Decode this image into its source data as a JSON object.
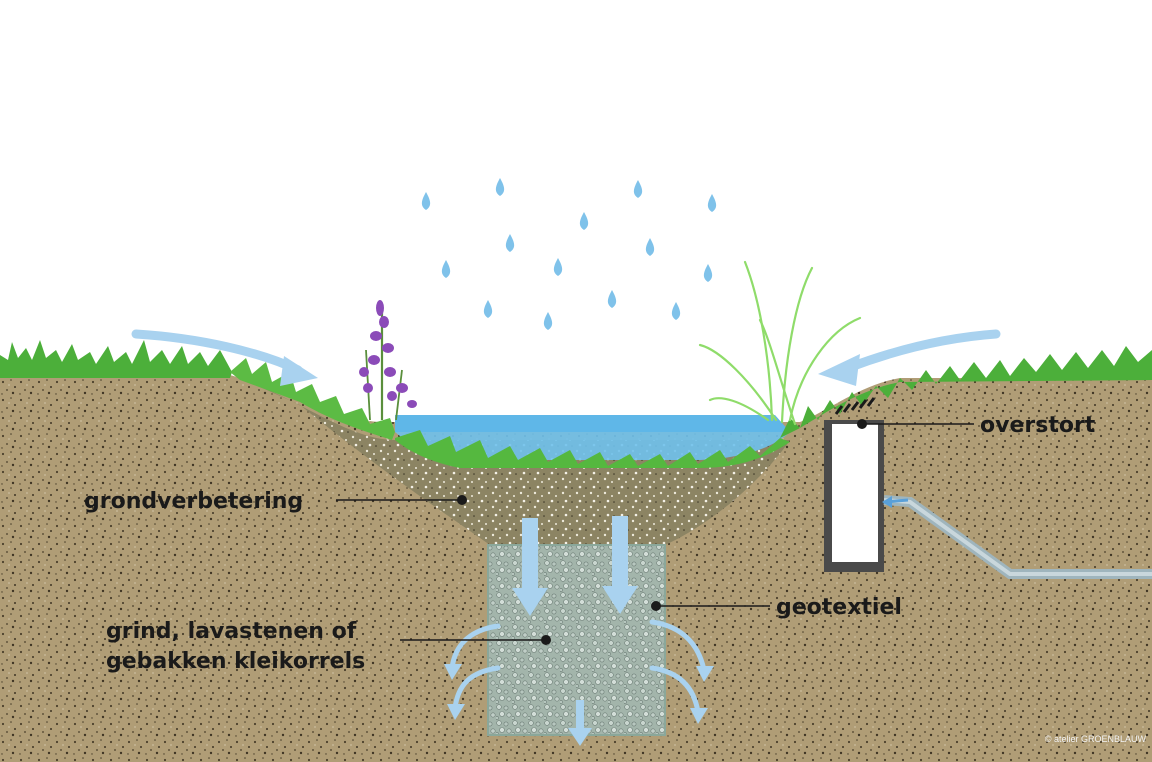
{
  "labels": {
    "overflow": "overstort",
    "soil_improvement": "grondverbetering",
    "geotextile": "geotextiel",
    "fill_line1": "grind, lavastenen of",
    "fill_line2": "gebakken kleikorrels"
  },
  "copyright": "© atelier GROENBLAUW",
  "colors": {
    "soil": "#b09d76",
    "soil_improvement": "#8c8463",
    "gravel_pit": "#9fb2a8",
    "water": "#5fb7e8",
    "grass": "#4caf3a",
    "arrow": "#a9d2ef",
    "pipe": "#9fb5bd",
    "overflow_box": "#4a4a4a"
  }
}
